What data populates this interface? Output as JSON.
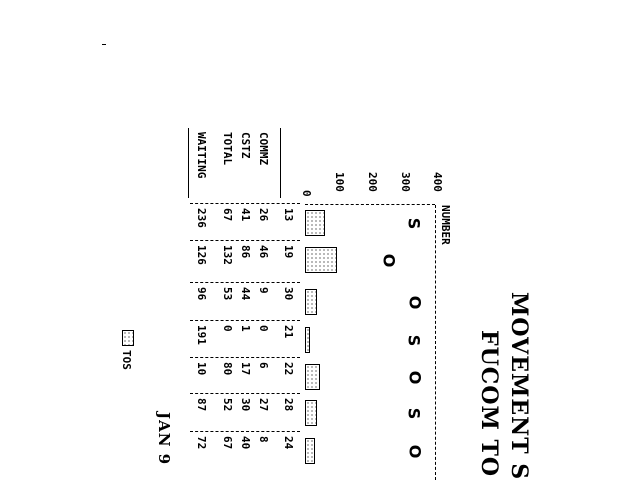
{
  "title": {
    "line1": "MOVEMENT S",
    "line2": "FUCOM TO"
  },
  "date": "JAN 9",
  "legend": {
    "label": "TOS"
  },
  "axis": {
    "label": "NUMBER",
    "ticks": [
      "400",
      "300",
      "200",
      "100",
      "0"
    ]
  },
  "row_labels": [
    "COMMZ",
    "CSTZ",
    "TOTAL",
    "WAITING"
  ],
  "columns": [
    {
      "top": "13",
      "commz": "26",
      "cstz": "41",
      "total": "67",
      "waiting": "236",
      "bar_value": 55
    },
    {
      "top": "19",
      "commz": "46",
      "cstz": "86",
      "total": "132",
      "waiting": "126",
      "bar_value": 90
    },
    {
      "top": "30",
      "commz": "9",
      "cstz": "44",
      "total": "53",
      "waiting": "96",
      "bar_value": 30
    },
    {
      "top": "21",
      "commz": "0",
      "cstz": "1",
      "total": "0",
      "waiting": "191",
      "bar_value": 10
    },
    {
      "top": "22",
      "commz": "6",
      "cstz": "17",
      "total": "80",
      "waiting": "10",
      "bar_value": 40
    },
    {
      "top": "28",
      "commz": "27",
      "cstz": "30",
      "total": "52",
      "waiting": "87",
      "bar_value": 30
    },
    {
      "top": "24",
      "commz": "8",
      "cstz": "40",
      "total": "67",
      "waiting": "72",
      "bar_value": 25
    }
  ],
  "marks": [
    "S",
    "O",
    "O",
    "S",
    "O",
    "S",
    "O"
  ]
}
